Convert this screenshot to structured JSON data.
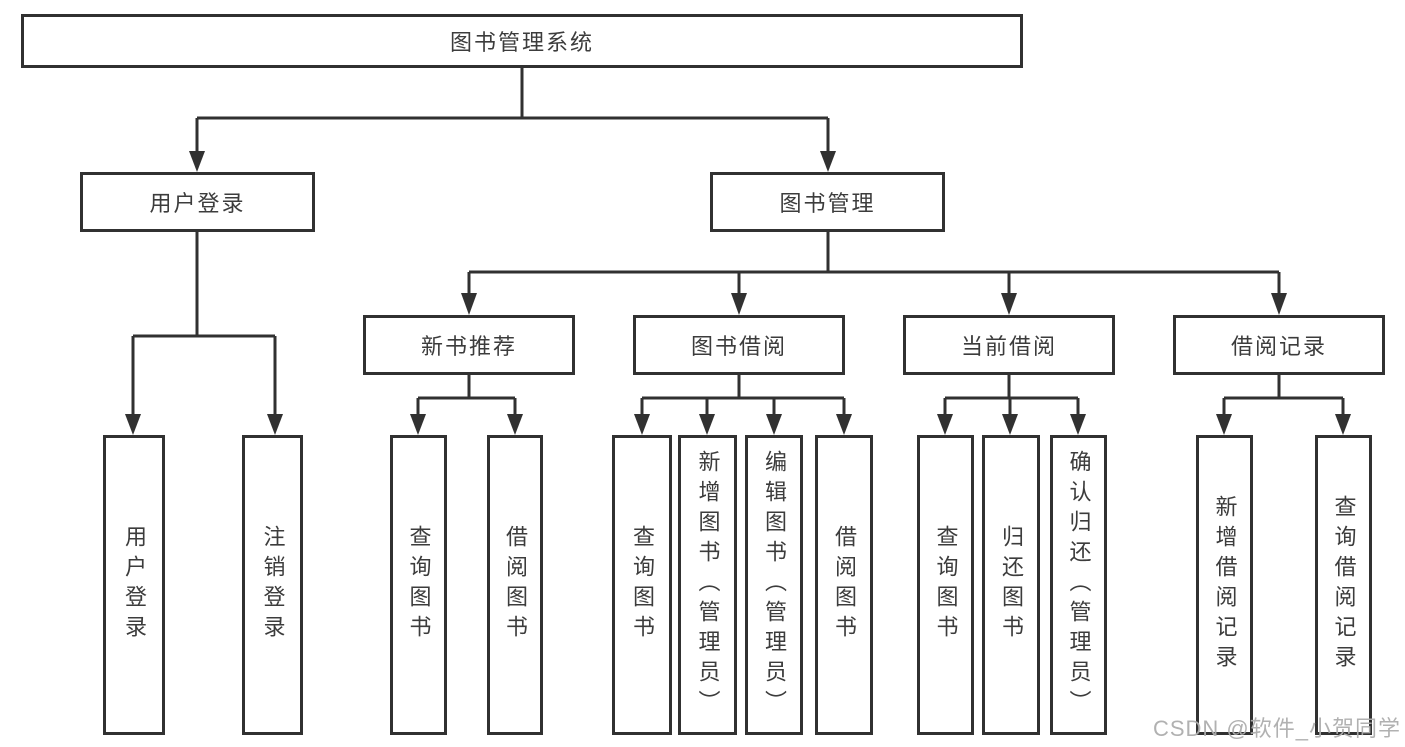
{
  "watermark": "CSDN @软件_小贺同学",
  "colors": {
    "line": "#313131",
    "text": "#3c3c3c",
    "background": "#ffffff",
    "watermark": "#adadad"
  },
  "tree": {
    "root": {
      "label": "图书管理系统",
      "children": [
        {
          "label": "用户登录",
          "children": [
            {
              "label": "用户登录"
            },
            {
              "label": "注销登录"
            }
          ]
        },
        {
          "label": "图书管理",
          "children": [
            {
              "label": "新书推荐",
              "children": [
                {
                  "label": "查询图书"
                },
                {
                  "label": "借阅图书"
                }
              ]
            },
            {
              "label": "图书借阅",
              "children": [
                {
                  "label": "查询图书"
                },
                {
                  "label": "新增图书（管理员）"
                },
                {
                  "label": "编辑图书（管理员）"
                },
                {
                  "label": "借阅图书"
                }
              ]
            },
            {
              "label": "当前借阅",
              "children": [
                {
                  "label": "查询图书"
                },
                {
                  "label": "归还图书"
                },
                {
                  "label": "确认归还（管理员）"
                }
              ]
            },
            {
              "label": "借阅记录",
              "children": [
                {
                  "label": "新增借阅记录"
                },
                {
                  "label": "查询借阅记录"
                }
              ]
            }
          ]
        }
      ]
    }
  }
}
